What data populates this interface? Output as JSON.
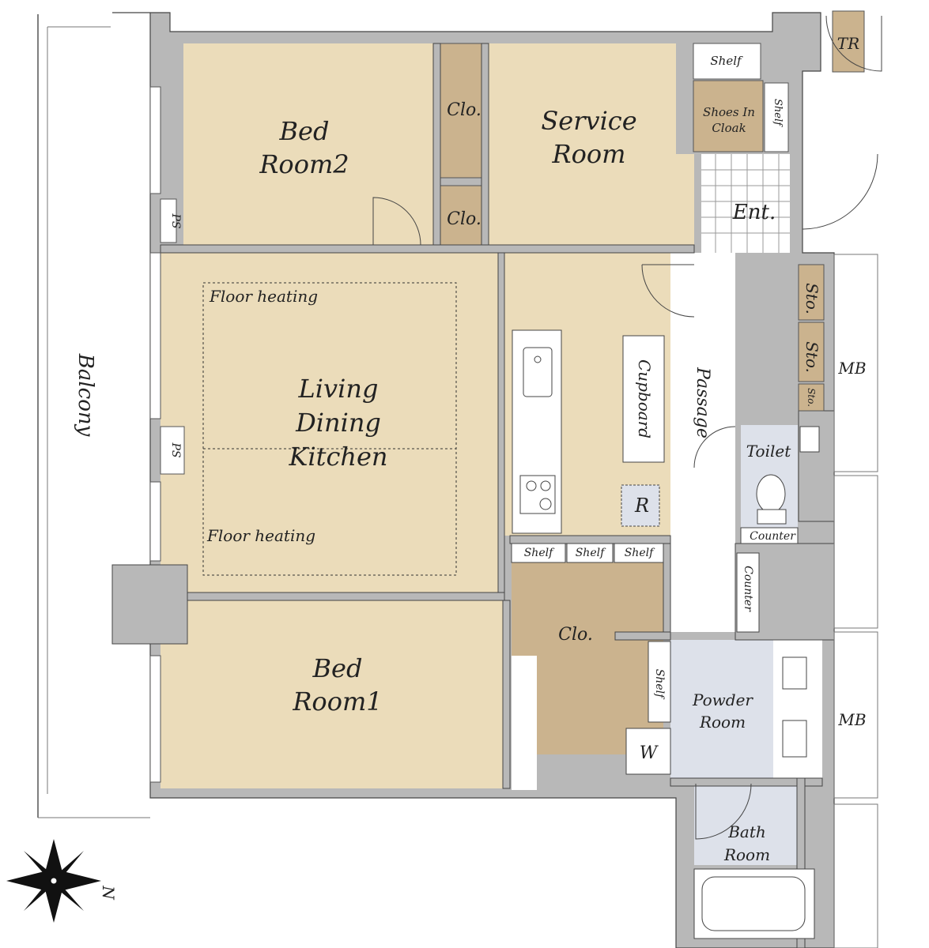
{
  "colors": {
    "room": "#ebdcba",
    "closet": "#cbb38e",
    "wall": "#b8b8b8",
    "wet": "#dde1ea",
    "line": "#333333",
    "ink": "#222222"
  },
  "rooms": {
    "bed2": [
      "Bed",
      "Room2"
    ],
    "service": [
      "Service",
      "Room"
    ],
    "ldk": [
      "Living",
      "Dining",
      "Kitchen"
    ],
    "bed1": [
      "Bed",
      "Room1"
    ],
    "powder": [
      "Powder",
      "Room"
    ],
    "bath": [
      "Bath",
      "Room"
    ]
  },
  "labels": {
    "balcony": "Balcony",
    "clo": "Clo.",
    "shelf": "Shelf",
    "shoes": [
      "Shoes In",
      "Cloak"
    ],
    "tr": "TR",
    "ent": "Ent.",
    "ps": "PS",
    "sto": "Sto.",
    "mb": "MB",
    "passage": "Passage",
    "cupboard": "Cupboard",
    "toilet": "Toilet",
    "counter": "Counter",
    "floor_heating": "Floor heating",
    "fridge": "R",
    "washer": "W",
    "compass": "N"
  }
}
